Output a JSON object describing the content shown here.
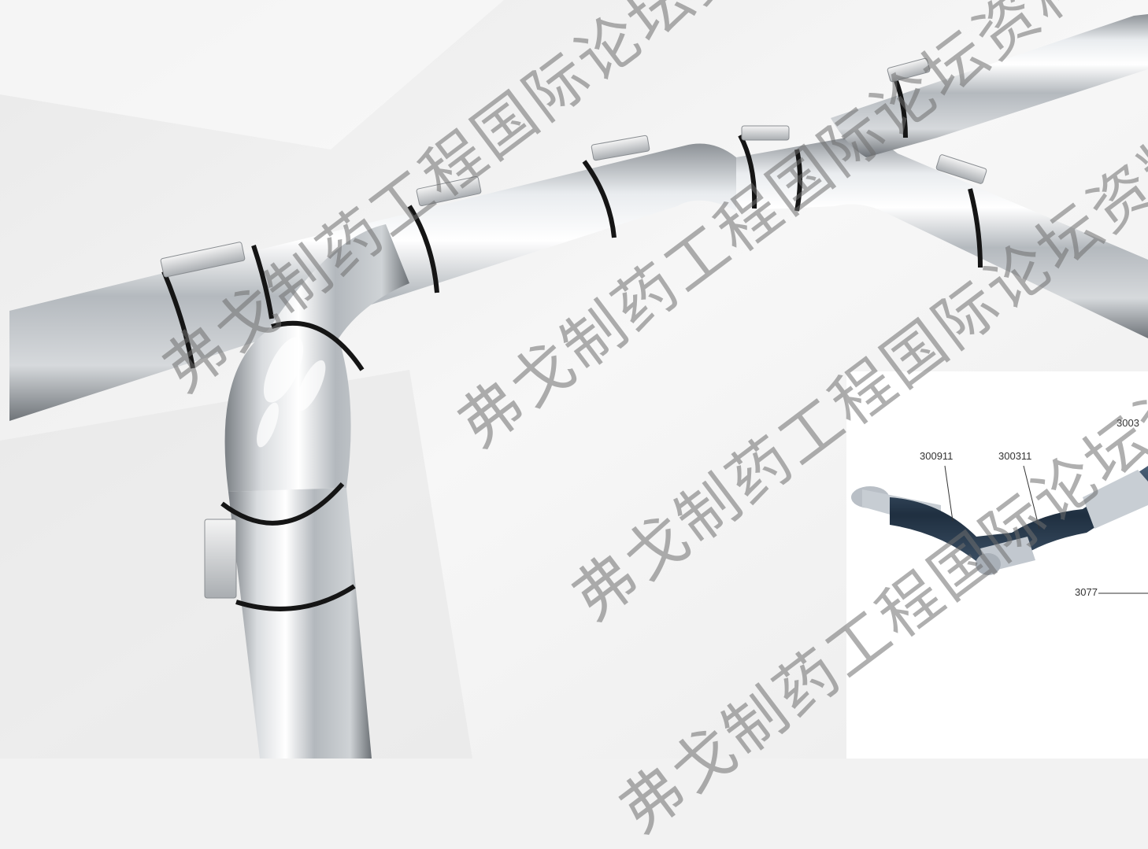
{
  "watermark": {
    "line1": "弗戈制药工程国际论坛资料，严",
    "line2": "弗戈制药工程国际论坛资料",
    "line3": "弗戈制药工程国际论坛资料，严",
    "line4": "弗戈制药工程国际论坛资料"
  },
  "inset": {
    "label_a": "300911",
    "label_b": "300311",
    "label_c": "3003",
    "label_d": "3077"
  },
  "colors": {
    "background": "#f2f2f2",
    "pipe_steel": "#b9bdc2",
    "clamp_ring": "#1a1a1a",
    "inset_pipe_dark": "#2b3f55"
  }
}
